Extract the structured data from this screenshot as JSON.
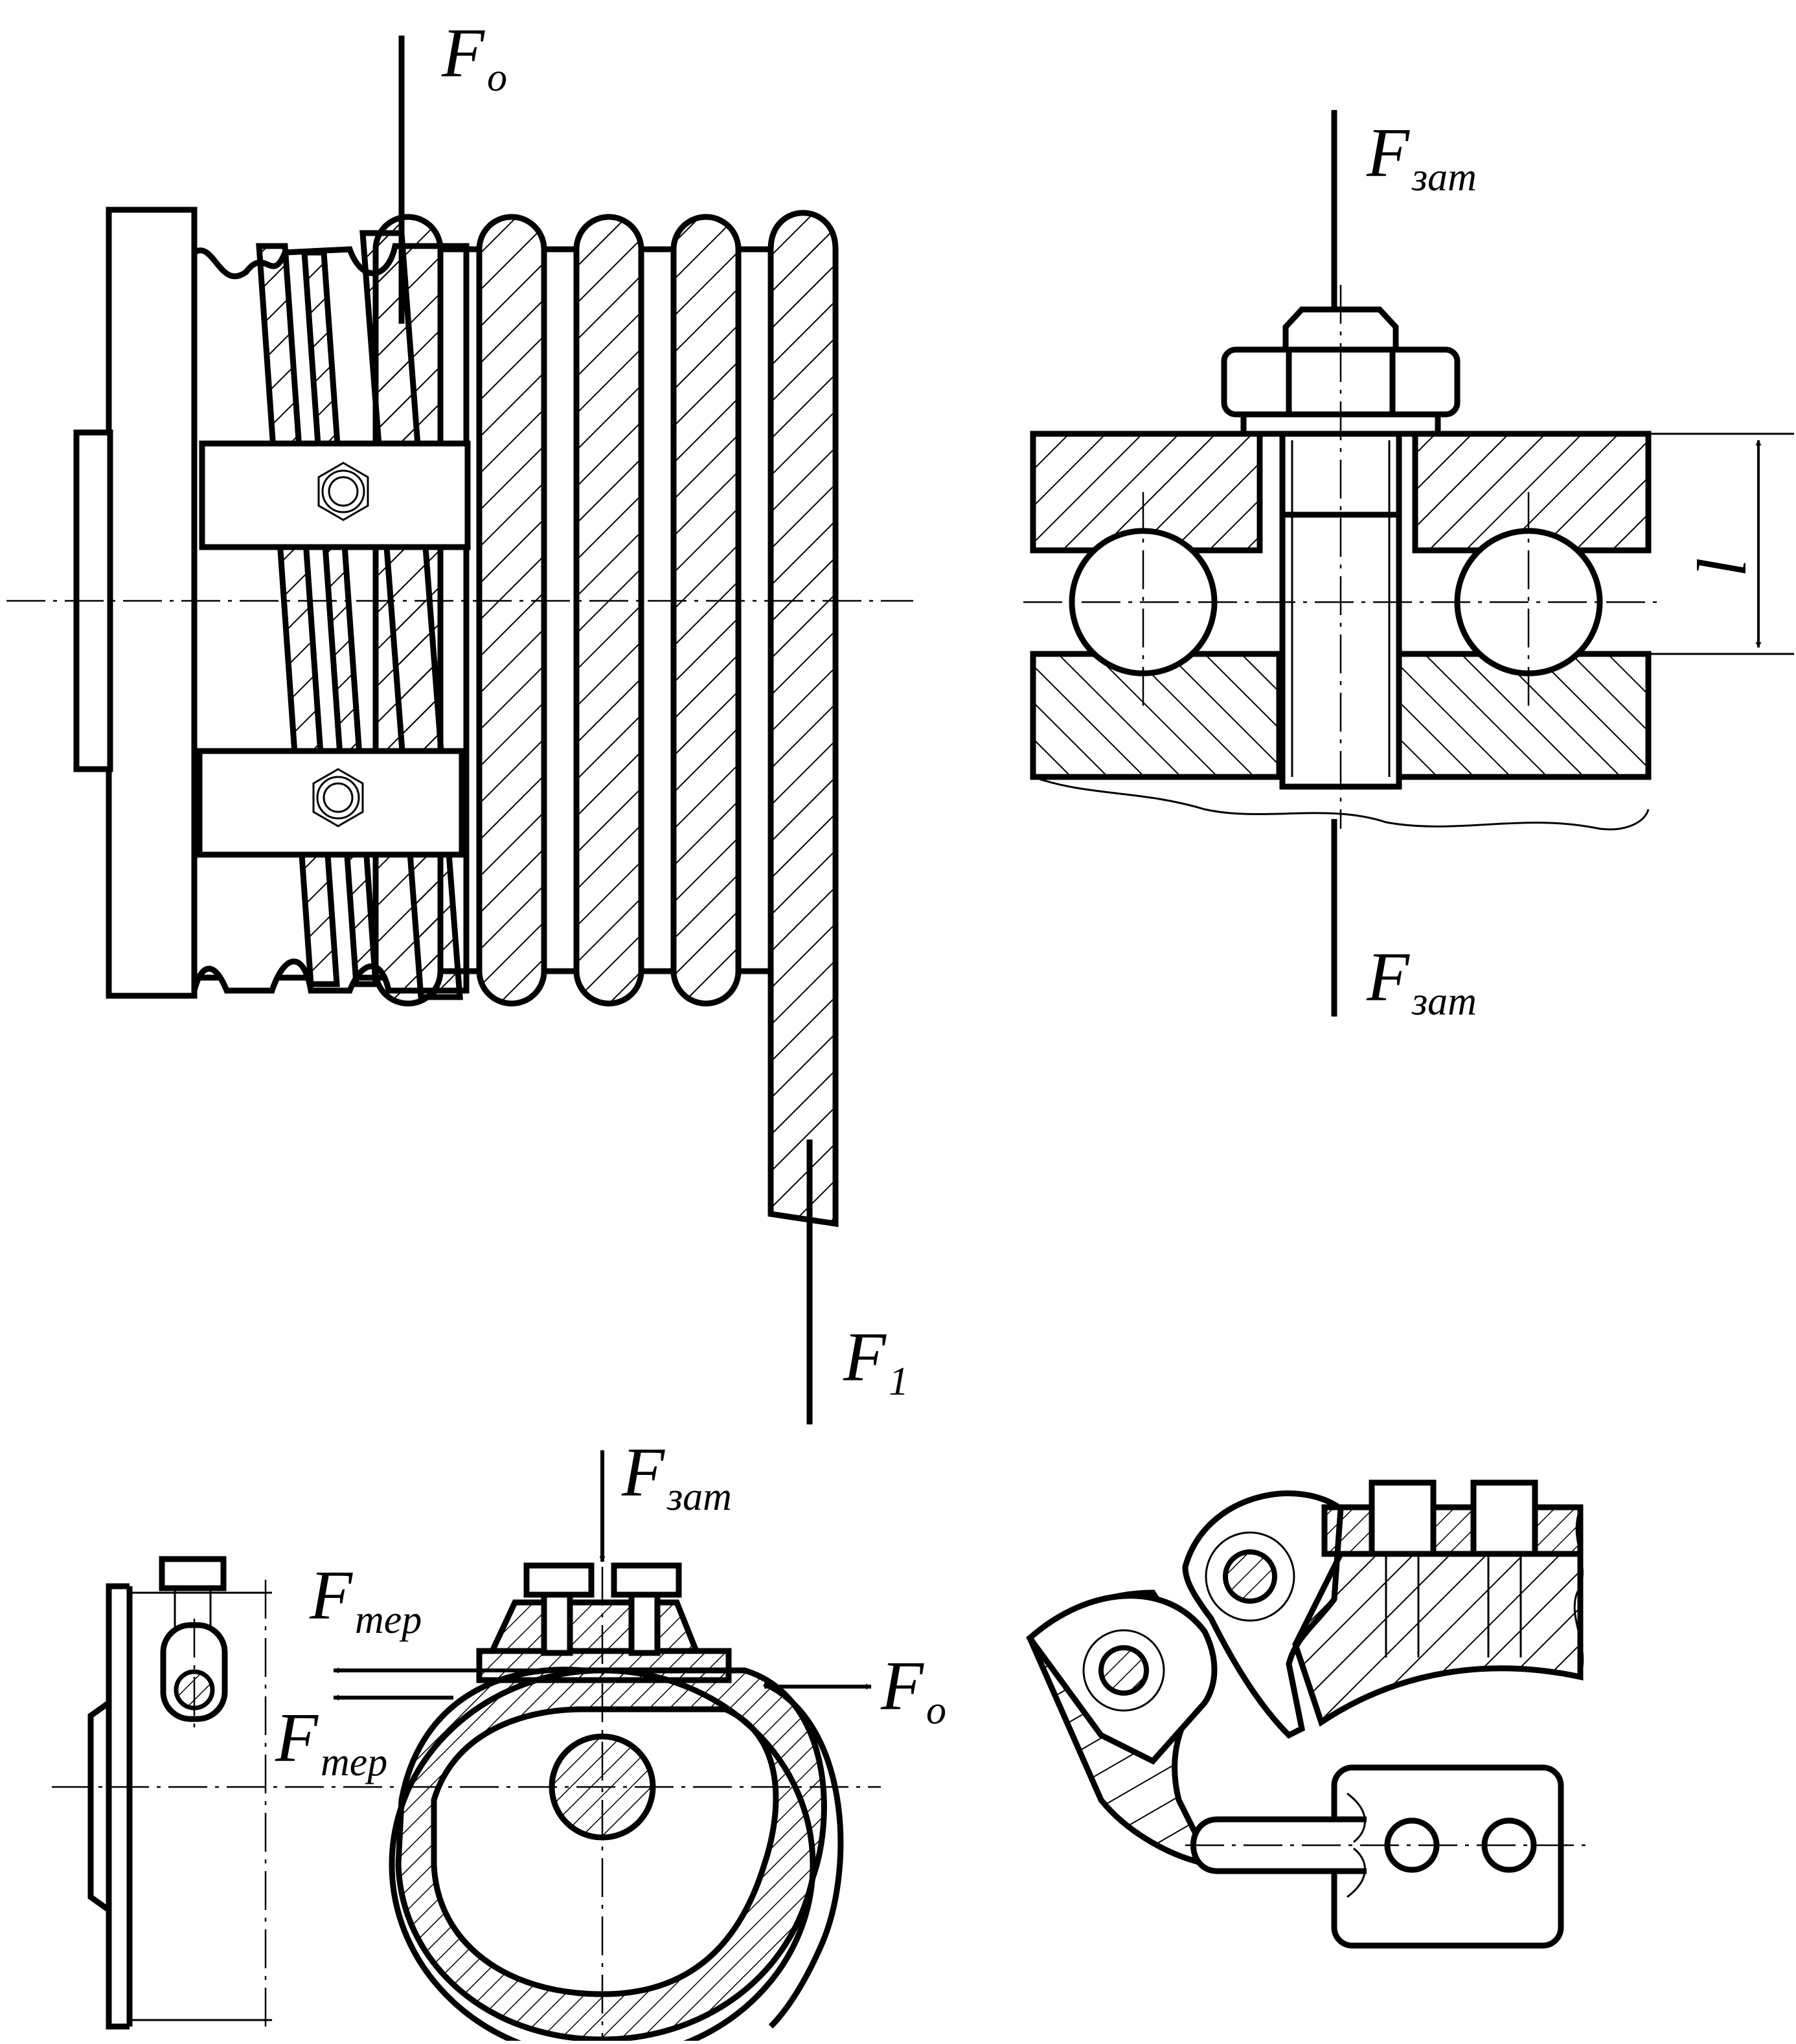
{
  "labels": {
    "drum_force_top": {
      "main": "F",
      "sub": "o"
    },
    "drum_force_bottom": {
      "main": "F",
      "sub": "1"
    },
    "bolt_force_top": {
      "main": "F",
      "sub": "зат"
    },
    "bolt_force_bottom": {
      "main": "F",
      "sub": "зат"
    },
    "bolt_length": "l",
    "clamp_force_top": {
      "main": "F",
      "sub": "зат"
    },
    "clamp_friction_1": {
      "main": "F",
      "sub": "тер"
    },
    "clamp_friction_2": {
      "main": "F",
      "sub": "тер"
    },
    "clamp_force_right": {
      "main": "F",
      "sub": "o"
    }
  },
  "colors": {
    "ink": "#000000",
    "paper": "#ffffff"
  }
}
